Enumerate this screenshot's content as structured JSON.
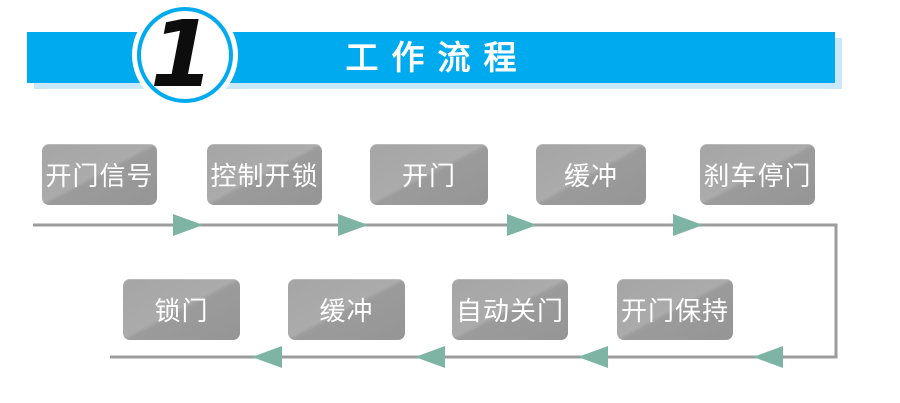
{
  "header": {
    "step_number": "1",
    "title": "工作流程"
  },
  "colors": {
    "banner": "#00aaee",
    "banner_shadow": "#c9e9fa",
    "title_text": "#ffffff",
    "number": "#0d0d0d",
    "box_light": "#ababab",
    "box_dark": "#959595",
    "box_text": "#ffffff",
    "line": "#9c9c9c",
    "arrow": "#7db4a3"
  },
  "flow": {
    "row1": [
      "开门信号",
      "控制开锁",
      "开门",
      "缓冲",
      "刹车停门"
    ],
    "row2": [
      "锁门",
      "缓冲",
      "自动关门",
      "开门保持"
    ],
    "row1_direction": "left-to-right",
    "row2_direction": "right-to-left",
    "sequence": [
      "开门信号",
      "控制开锁",
      "开门",
      "缓冲",
      "刹车停门",
      "开门保持",
      "自动关门",
      "缓冲",
      "锁门"
    ]
  }
}
